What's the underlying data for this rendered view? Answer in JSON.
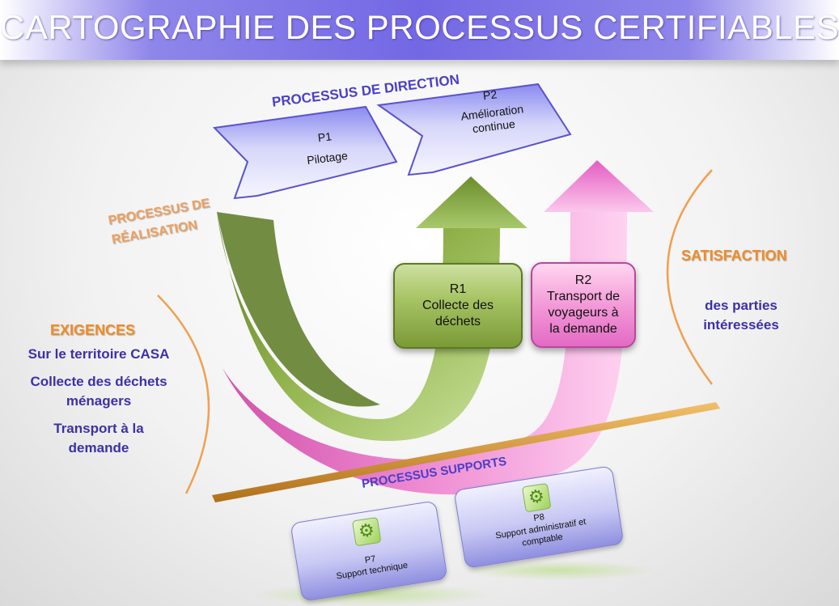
{
  "title": "CARTOGRAPHIE DES PROCESSUS CERTIFIABLES",
  "direction": {
    "heading": "PROCESSUS DE DIRECTION",
    "items": [
      {
        "code": "P1",
        "name": "Pilotage"
      },
      {
        "code": "P2",
        "name_lines": [
          "Amélioration",
          "continue"
        ]
      }
    ]
  },
  "realisation": {
    "heading_lines": [
      "PROCESSUS DE",
      "RÉALISATION"
    ],
    "items": [
      {
        "code": "R1",
        "name_lines": [
          "Collecte des",
          "déchets"
        ]
      },
      {
        "code": "R2",
        "name_lines": [
          "Transport de",
          "voyageurs à",
          "la demande"
        ]
      }
    ]
  },
  "exigences": {
    "heading": "EXIGENCES",
    "lines": [
      "Sur le territoire CASA",
      "Collecte des déchets",
      "ménagers",
      "Transport  à la",
      "demande"
    ]
  },
  "satisfaction": {
    "heading": "SATISFACTION",
    "lines": [
      "des parties",
      "intéressées"
    ]
  },
  "supports": {
    "heading": "PROCESSUS SUPPORTS",
    "items": [
      {
        "code": "P7",
        "name": "Support technique",
        "icon": "gears-icon"
      },
      {
        "code": "P8",
        "name_lines": [
          "Support administratif et",
          "comptable"
        ],
        "icon": "gears-icon"
      }
    ]
  },
  "colors": {
    "title_band": "#7368e4",
    "orange": "#f08c28",
    "blue_text": "#3b31a8",
    "green_arrow": "#7a9a36",
    "pink_arrow": "#e36ac4",
    "support_bar": "#c8861f"
  }
}
